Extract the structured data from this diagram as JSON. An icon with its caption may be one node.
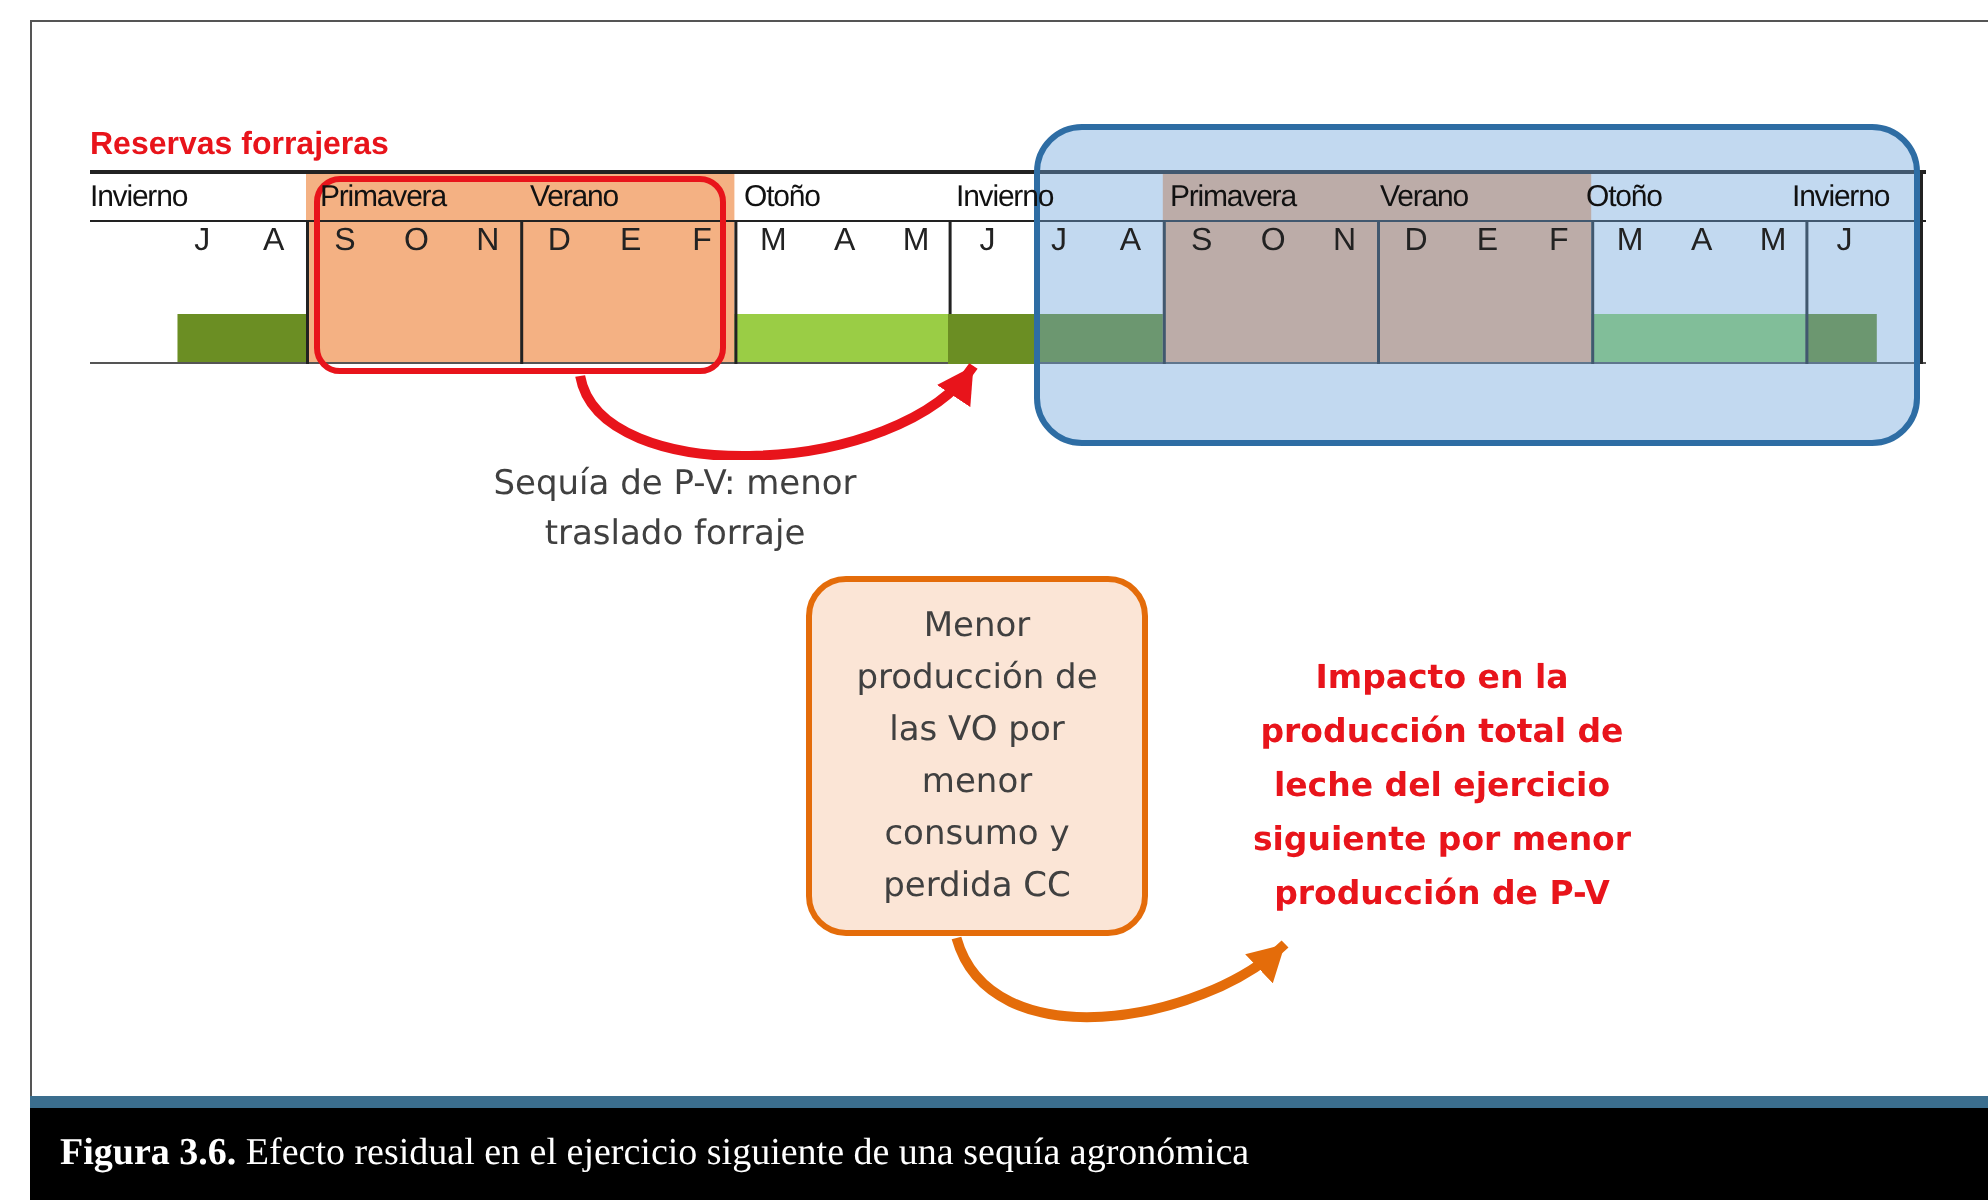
{
  "diagram": {
    "caption": "**Figura 3.6.** Efecto residual en el ejercicio siguiente de una sequía agronómica",
    "nodes": [
      {
        "text": [],
        "shape": "box"
      },
      {
        "text": [],
        "shape": "box"
      },
      {
        "text": [],
        "shape": "bar"
      },
      {
        "text": [
          "Menor producción de las VO por menor consumo y perdida CC"
        ]
      },
      {
        "text": [
          "Impacto en la producción total de leche del ejercicio siguiente por menor producción de P-V"
        ]
      }
    ],
    "edges": [
      {
        "from": 0,
        "to": 2,
        "arrow": "to",
        "label": "Sequía de P-V: menor traslado forraje",
        "color": "#e8141b"
      },
      {
        "from": 3,
        "to": 4,
        "arrow": "to",
        "color": "#e46c0a"
      }
    ],
    "labels": [
      "Reservas forrajeras",
      "Invierno",
      "Primavera",
      "Verano",
      "Otoño",
      "Invierno",
      "Primavera",
      "Verano",
      "Otoño",
      "Invierno",
      "J",
      "A",
      "S",
      "O",
      "N",
      "D",
      "E",
      "F",
      "M",
      "A",
      "M",
      "J",
      "J",
      "A",
      "S",
      "O",
      "N",
      "D",
      "E",
      "F",
      "M",
      "A",
      "M",
      "J"
    ]
  }
}
